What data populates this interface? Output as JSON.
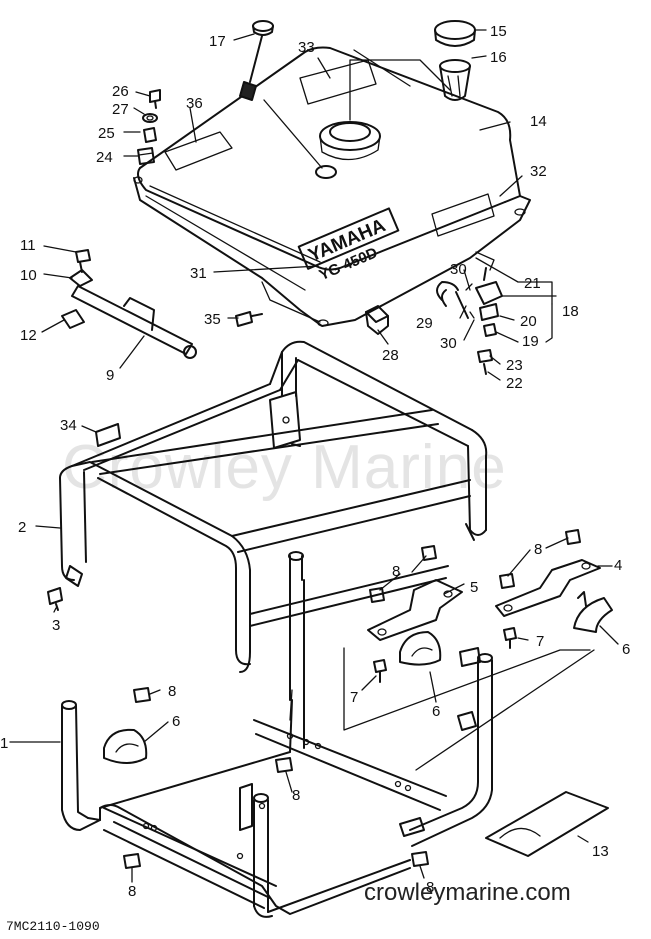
{
  "diagram": {
    "watermark": "Crowley Marine",
    "website": "crowleymarine.com",
    "drawing_code": "7MC2110-1090",
    "tank_brand": "YAMAHA",
    "tank_model": "YG 450D"
  },
  "callouts": [
    {
      "id": "17",
      "text": "17"
    },
    {
      "id": "33",
      "text": "33"
    },
    {
      "id": "15",
      "text": "15"
    },
    {
      "id": "16",
      "text": "16"
    },
    {
      "id": "26",
      "text": "26"
    },
    {
      "id": "27",
      "text": "27"
    },
    {
      "id": "36",
      "text": "36"
    },
    {
      "id": "14",
      "text": "14"
    },
    {
      "id": "25",
      "text": "25"
    },
    {
      "id": "24",
      "text": "24"
    },
    {
      "id": "32",
      "text": "32"
    },
    {
      "id": "11",
      "text": "11"
    },
    {
      "id": "31",
      "text": "31"
    },
    {
      "id": "30a",
      "text": "30"
    },
    {
      "id": "21",
      "text": "21"
    },
    {
      "id": "10",
      "text": "10"
    },
    {
      "id": "18",
      "text": "18"
    },
    {
      "id": "35",
      "text": "35"
    },
    {
      "id": "29",
      "text": "29"
    },
    {
      "id": "20",
      "text": "20"
    },
    {
      "id": "12",
      "text": "12"
    },
    {
      "id": "30b",
      "text": "30"
    },
    {
      "id": "19",
      "text": "19"
    },
    {
      "id": "28",
      "text": "28"
    },
    {
      "id": "23",
      "text": "23"
    },
    {
      "id": "9",
      "text": "9"
    },
    {
      "id": "22",
      "text": "22"
    },
    {
      "id": "34",
      "text": "34"
    },
    {
      "id": "2",
      "text": "2"
    },
    {
      "id": "8a",
      "text": "8"
    },
    {
      "id": "4",
      "text": "4"
    },
    {
      "id": "8b",
      "text": "8"
    },
    {
      "id": "5",
      "text": "5"
    },
    {
      "id": "3",
      "text": "3"
    },
    {
      "id": "7a",
      "text": "7"
    },
    {
      "id": "6a",
      "text": "6"
    },
    {
      "id": "7b",
      "text": "7"
    },
    {
      "id": "6b",
      "text": "6"
    },
    {
      "id": "8c",
      "text": "8"
    },
    {
      "id": "1",
      "text": "1"
    },
    {
      "id": "6c",
      "text": "6"
    },
    {
      "id": "8d",
      "text": "8"
    },
    {
      "id": "13",
      "text": "13"
    },
    {
      "id": "8e",
      "text": "8"
    },
    {
      "id": "8f",
      "text": "8"
    }
  ]
}
